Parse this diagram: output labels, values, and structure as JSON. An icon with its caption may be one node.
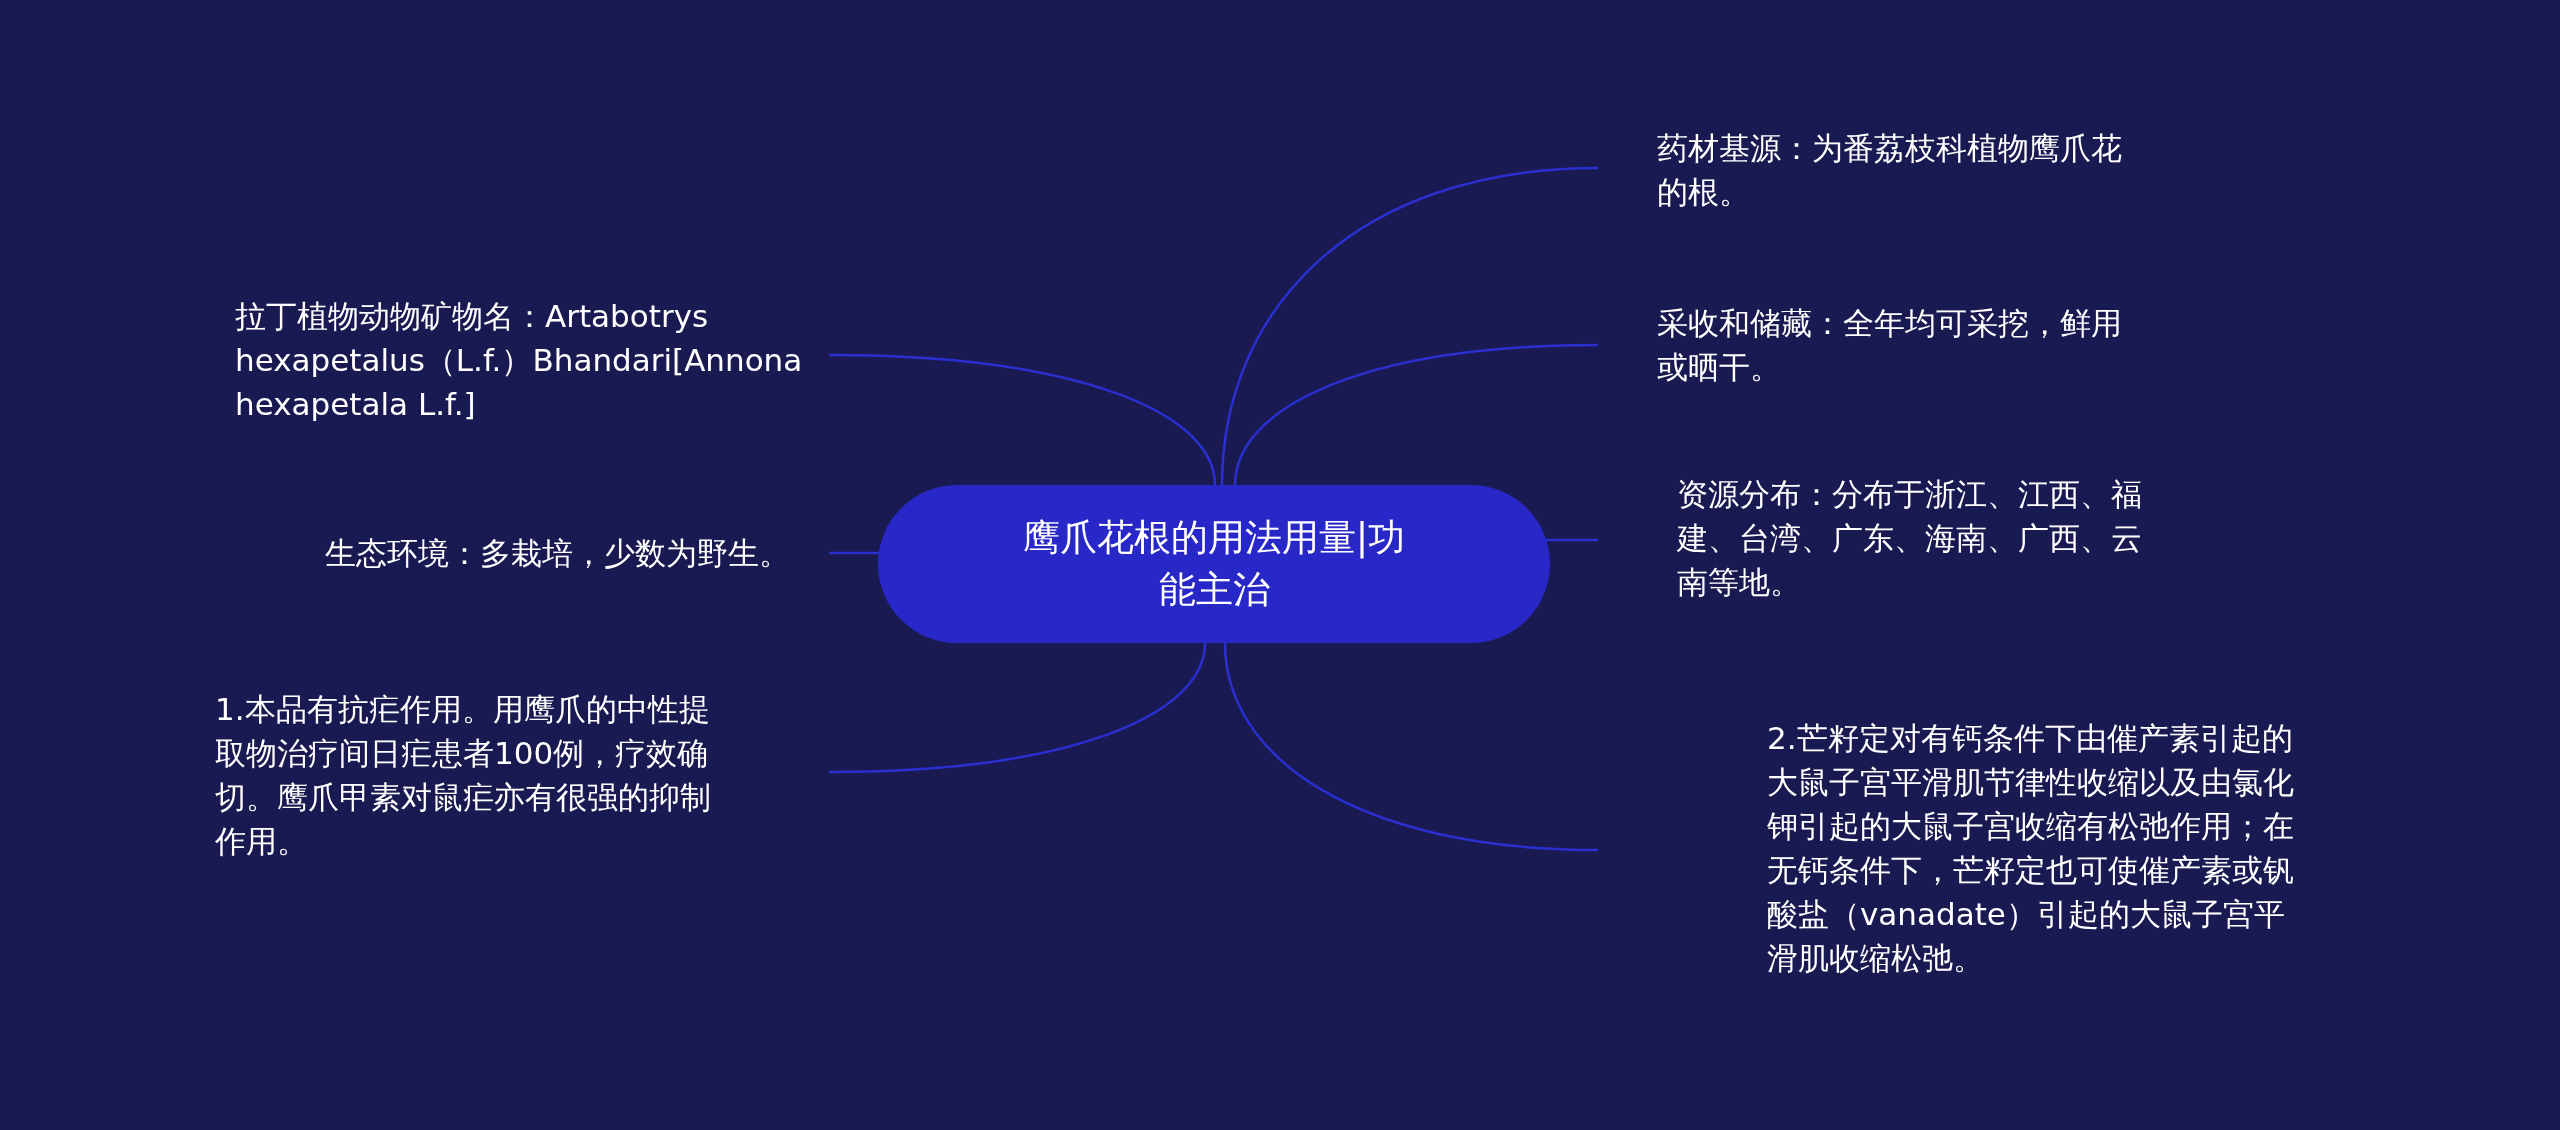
{
  "diagram": {
    "nodes": [
      {
        "text": [
          "鹰爪花根的用法用量|功能主治"
        ]
      },
      {
        "text": [
          "拉丁植物动物矿物名：Artabotrys hexapetalus（L.f.）Bhandari[Annona hexapetala L.f.]"
        ]
      },
      {
        "text": [
          "生态环境：多栽培，少数为野生。"
        ]
      },
      {
        "text": [
          "1.本品有抗疟作用。用鹰爪的中性提取物治疗间日疟患者100例，疗效确切。鹰爪甲素对鼠疟亦有很强的抑制作用。"
        ]
      },
      {
        "text": [
          "药材基源：为番荔枝科植物鹰爪花的根。"
        ]
      },
      {
        "text": [
          "采收和储藏：全年均可采挖，鲜用或晒干。"
        ]
      },
      {
        "text": [
          "资源分布：分布于浙江、江西、福建、台湾、广东、海南、广西、云南等地。"
        ]
      },
      {
        "text": [
          "2.芒籽定对有钙条件下由催产素引起的大鼠子宫平滑肌节律性收缩以及由氯化钾引起的大鼠子宫收缩有松弛作用；在无钙条件下，芒籽定也可使催产素或钒酸盐（vanadate）引起的大鼠子宫平滑肌收缩松弛。"
        ]
      }
    ],
    "edges": [
      {
        "from": 0,
        "to": 1,
        "arrow": "none"
      },
      {
        "from": 0,
        "to": 2,
        "arrow": "none"
      },
      {
        "from": 0,
        "to": 3,
        "arrow": "none"
      },
      {
        "from": 0,
        "to": 4,
        "arrow": "none"
      },
      {
        "from": 0,
        "to": 5,
        "arrow": "none"
      },
      {
        "from": 0,
        "to": 6,
        "arrow": "none"
      },
      {
        "from": 0,
        "to": 7,
        "arrow": "none"
      }
    ]
  }
}
